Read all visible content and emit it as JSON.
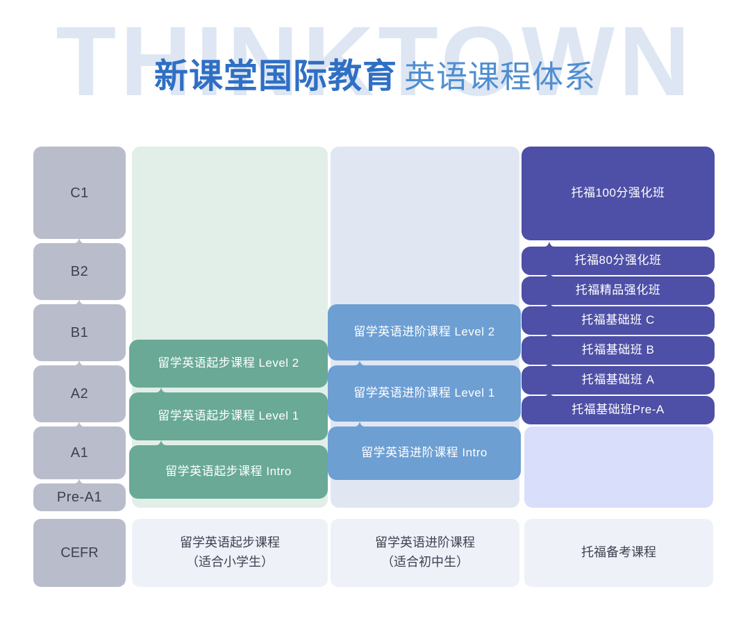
{
  "header": {
    "watermark": "THINKTOWN",
    "title_main": "新课堂国际教育",
    "title_sub": "英语课程体系",
    "title_main_color": "#2f6fc4",
    "title_sub_color": "#4f8ed2"
  },
  "cefr_column": {
    "levels": [
      {
        "label": "C1"
      },
      {
        "label": "B2"
      },
      {
        "label": "B1"
      },
      {
        "label": "A2"
      },
      {
        "label": "A1"
      },
      {
        "label": "Pre-A1"
      }
    ],
    "footer_label": "CEFR",
    "color": "#b9bdcb"
  },
  "tracks": [
    {
      "key": "beginner",
      "color": "#69a996",
      "backdrop": "#e2efe9",
      "courses": [
        {
          "label": "留学英语起步课程  Level 2"
        },
        {
          "label": "留学英语起步课程  Level 1"
        },
        {
          "label": "留学英语起步课程  Intro"
        }
      ],
      "footer_line1": "留学英语起步课程",
      "footer_line2": "（适合小学生）"
    },
    {
      "key": "intermediate",
      "color": "#6d9fd3",
      "backdrop": "#e0e7f3",
      "courses": [
        {
          "label": "留学英语进阶课程  Level 2"
        },
        {
          "label": "留学英语进阶课程  Level 1"
        },
        {
          "label": "留学英语进阶课程  Intro"
        }
      ],
      "footer_line1": "留学英语进阶课程",
      "footer_line2": "（适合初中生）"
    },
    {
      "key": "toefl",
      "color": "#4e4fa6",
      "backdrop": "#d9dffa",
      "courses": [
        {
          "label": "托福100分强化班"
        },
        {
          "label": "托福80分强化班"
        },
        {
          "label": "托福精品强化班"
        },
        {
          "label": "托福基础班 C"
        },
        {
          "label": "托福基础班 B"
        },
        {
          "label": "托福基础班 A"
        },
        {
          "label": "托福基础班Pre-A"
        }
      ],
      "footer_line1": "托福备考课程",
      "footer_line2": ""
    }
  ]
}
